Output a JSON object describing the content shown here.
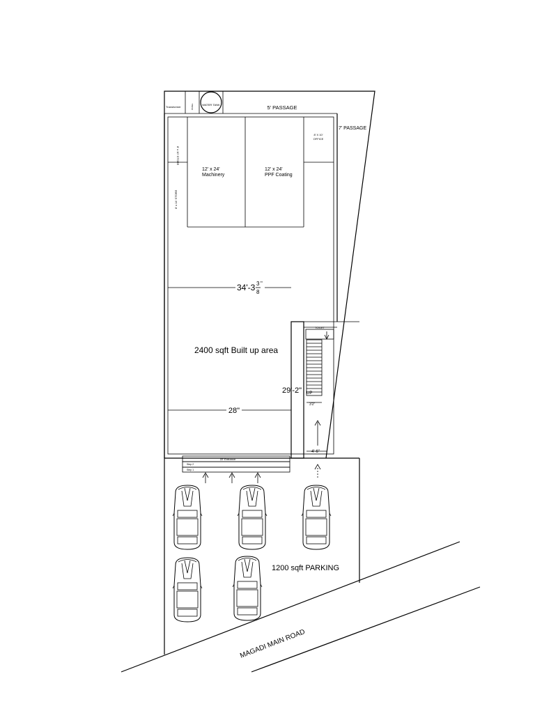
{
  "labels": {
    "transformer": "Transformer",
    "panel": "PANEL",
    "water_tank": "WATER TANK",
    "passage_5": "5' PASSAGE",
    "passage_7": "7' PASSAGE",
    "room_vertical_top": "8' x 10' STORE",
    "room_vertical_bottom": "8' x 14' STORE",
    "machinery_size": "12' x 24'",
    "machinery_name": "Machinery",
    "ppf_size": "12' x 24'",
    "ppf_name": "PPF Coating",
    "office_size": "8' X 10'",
    "office_name": "OFFICE",
    "dim_width": "34'-3",
    "dim_frac_num": "3",
    "dim_frac_den": "8",
    "dim_frac_close": "\"",
    "built_up": "2400 sqft Built up area",
    "dim_28": "28\"",
    "dim_29": "29'-2\"",
    "toilet": "TOILET",
    "up": "UP",
    "dim_3_2": "3'2\"",
    "dim_4_6": "4'-6\"",
    "entrance": "22' Entrance",
    "step_2": "Step 2",
    "step_1": "Step 1",
    "parking": "1200 sqft PARKING",
    "road": "MAGADI MAIN ROAD"
  },
  "icons": {
    "car": "car-topview-icon",
    "arrow": "up-arrow-icon"
  }
}
